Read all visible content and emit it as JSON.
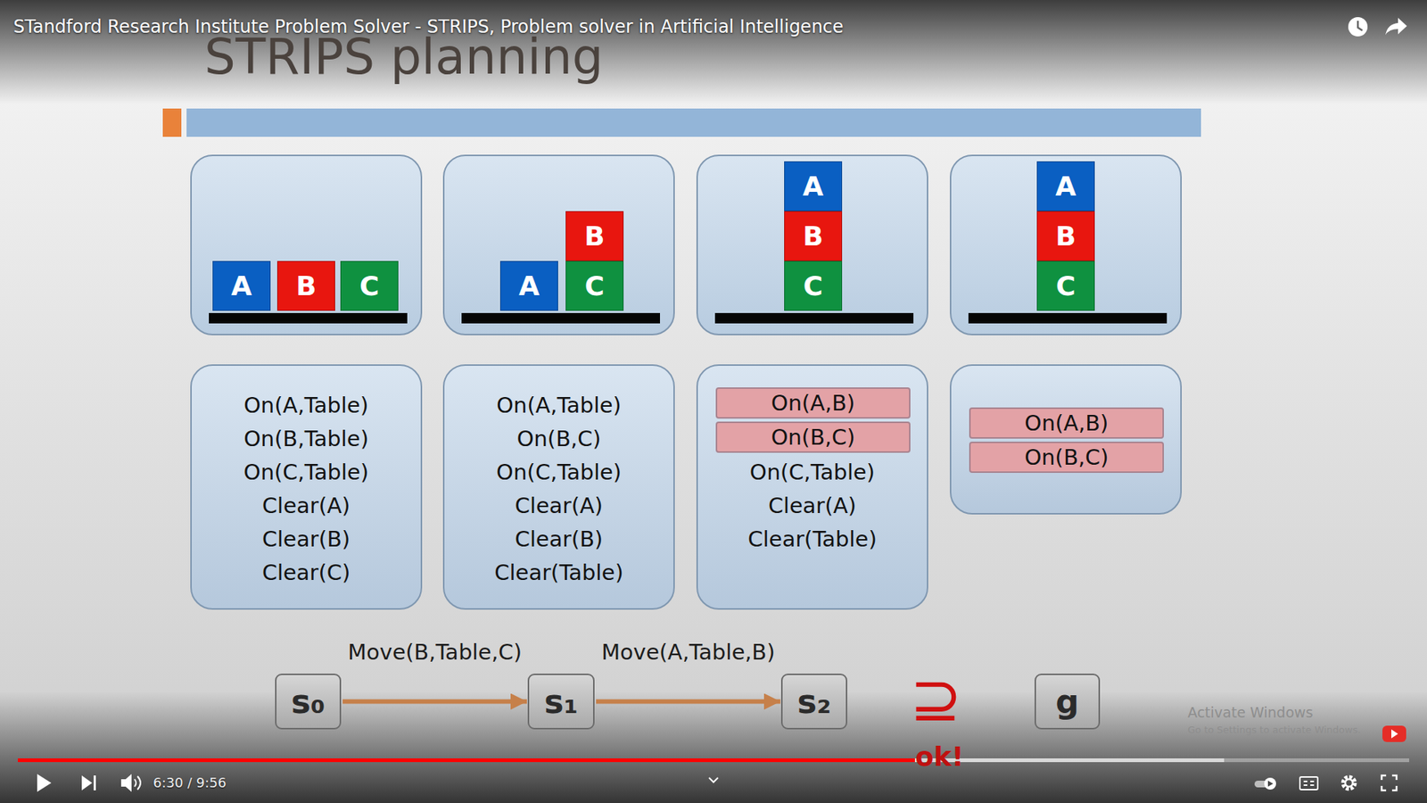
{
  "diagram": {
    "title": "STRIPS planning",
    "nodes": [
      {
        "text": []
      },
      {
        "text": [
          "A"
        ],
        "in": 0
      },
      {
        "text": [
          "B"
        ],
        "in": 0
      },
      {
        "text": [
          "C"
        ],
        "in": 0
      },
      {
        "text": []
      },
      {
        "text": [
          "B"
        ],
        "in": 4
      },
      {
        "text": [
          "A"
        ],
        "in": 4
      },
      {
        "text": [
          "C"
        ],
        "in": 4
      },
      {
        "text": []
      },
      {
        "text": [
          "A"
        ],
        "in": 8
      },
      {
        "text": [
          "B"
        ],
        "in": 8
      },
      {
        "text": [
          "C"
        ],
        "in": 8
      },
      {
        "text": []
      },
      {
        "text": [
          "A"
        ],
        "in": 12
      },
      {
        "text": [
          "B"
        ],
        "in": 12
      },
      {
        "text": [
          "C"
        ],
        "in": 12
      },
      {
        "text": [
          "On(A,Table)",
          "On(B,Table)",
          "On(C,Table)",
          "Clear(A)",
          "Clear(B)",
          "Clear(C)"
        ]
      },
      {
        "text": [
          "On(A,Table)",
          "On(B,C)",
          "On(C,Table)",
          "Clear(A)",
          "Clear(B)",
          "Clear(Table)"
        ]
      },
      {
        "text": [
          "On(C,Table)",
          "Clear(A)",
          "Clear(Table)"
        ]
      },
      {
        "text": [
          "On(A,B)"
        ],
        "in": 18
      },
      {
        "text": [
          "On(B,C)"
        ],
        "in": 18
      },
      {
        "text": []
      },
      {
        "text": [
          "On(A,B)"
        ],
        "in": 21
      },
      {
        "text": [
          "On(B,C)"
        ],
        "in": 21
      },
      {
        "text": [
          "s₀"
        ]
      },
      {
        "text": [
          "s₁"
        ]
      },
      {
        "text": [
          "s₂"
        ]
      },
      {
        "text": [
          "g"
        ]
      }
    ],
    "edges": [
      {
        "from": 24,
        "to": 25,
        "arrow": "to",
        "label": "Move(B,Table,C)"
      },
      {
        "from": 25,
        "to": 26,
        "arrow": "to",
        "label": "Move(A,Table,B)"
      }
    ],
    "labels": [
      "STandford Research Institute Problem Solver - STRIPS, Problem solver in Artificial Intelligence",
      "⊇",
      "ok!",
      "6:30 / 9:56",
      "Activate Windows",
      "Go to Settings to activate Windows."
    ]
  }
}
